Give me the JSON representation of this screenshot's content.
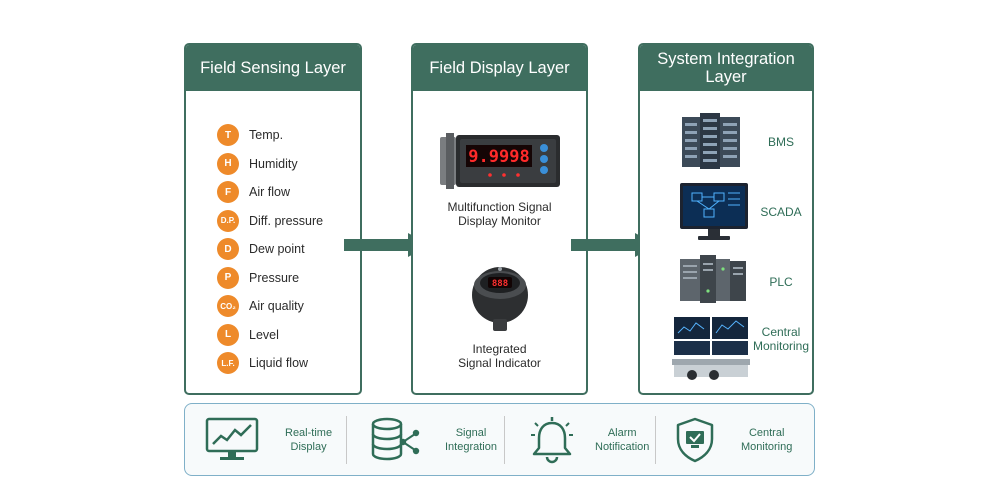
{
  "layers": {
    "sensing": {
      "title": "Field Sensing Layer",
      "items": [
        {
          "badge": "T",
          "label": "Temp."
        },
        {
          "badge": "H",
          "label": "Humidity"
        },
        {
          "badge": "F",
          "label": "Air flow"
        },
        {
          "badge": "D.P.",
          "label": "Diff. pressure"
        },
        {
          "badge": "D",
          "label": "Dew point"
        },
        {
          "badge": "P",
          "label": "Pressure"
        },
        {
          "badge": "CO₂",
          "label": "Air quality"
        },
        {
          "badge": "L",
          "label": "Level"
        },
        {
          "badge": "L.F.",
          "label": "Liquid flow"
        }
      ]
    },
    "display": {
      "title": "Field Display Layer",
      "devices": [
        {
          "line1": "Multifunction Signal",
          "line2": "Display Monitor",
          "readout": "9.9998"
        },
        {
          "line1": "Integrated",
          "line2": "Signal Indicator"
        }
      ]
    },
    "system": {
      "title_line1": "System Integration",
      "title_line2": "Layer",
      "items": [
        {
          "label": "BMS"
        },
        {
          "label": "SCADA"
        },
        {
          "label": "PLC"
        },
        {
          "line1": "Central",
          "line2": "Monitoring"
        }
      ]
    }
  },
  "features": [
    {
      "line1": "Real-time",
      "line2": "Display",
      "icon": "monitor-chart-icon"
    },
    {
      "line1": "Signal",
      "line2": "Integration",
      "icon": "database-share-icon"
    },
    {
      "line1": "Alarm",
      "line2": "Notification",
      "icon": "bell-icon"
    },
    {
      "line1": "Central",
      "line2": "Monitoring",
      "icon": "shield-check-icon"
    }
  ],
  "colors": {
    "layer_header": "#3f6e5f",
    "badge": "#ee8a2a",
    "arrow": "#3f6e5f",
    "feature_text": "#2f6d57",
    "bottom_border": "#7fb0c8"
  }
}
